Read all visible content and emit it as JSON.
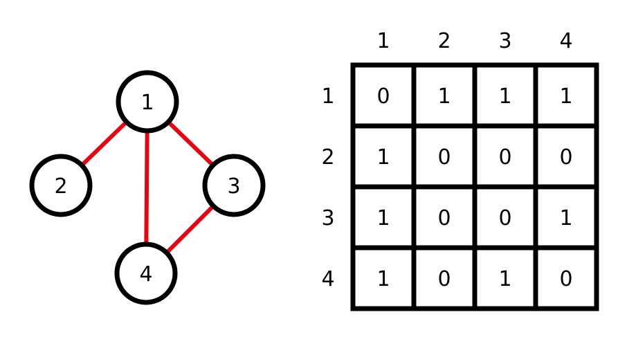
{
  "graph": {
    "nodes": [
      {
        "id": "1",
        "label": "1"
      },
      {
        "id": "2",
        "label": "2"
      },
      {
        "id": "3",
        "label": "3"
      },
      {
        "id": "4",
        "label": "4"
      }
    ],
    "edges": [
      {
        "from": "1",
        "to": "2"
      },
      {
        "from": "1",
        "to": "3"
      },
      {
        "from": "1",
        "to": "4"
      },
      {
        "from": "3",
        "to": "4"
      }
    ],
    "edge_color": "#e30613",
    "node_stroke_color": "#000000"
  },
  "matrix": {
    "column_headers": [
      "1",
      "2",
      "3",
      "4"
    ],
    "row_headers": [
      "1",
      "2",
      "3",
      "4"
    ],
    "rows": [
      [
        "0",
        "1",
        "1",
        "1"
      ],
      [
        "1",
        "0",
        "0",
        "0"
      ],
      [
        "1",
        "0",
        "0",
        "1"
      ],
      [
        "1",
        "0",
        "1",
        "0"
      ]
    ],
    "grid_color": "#000000"
  }
}
